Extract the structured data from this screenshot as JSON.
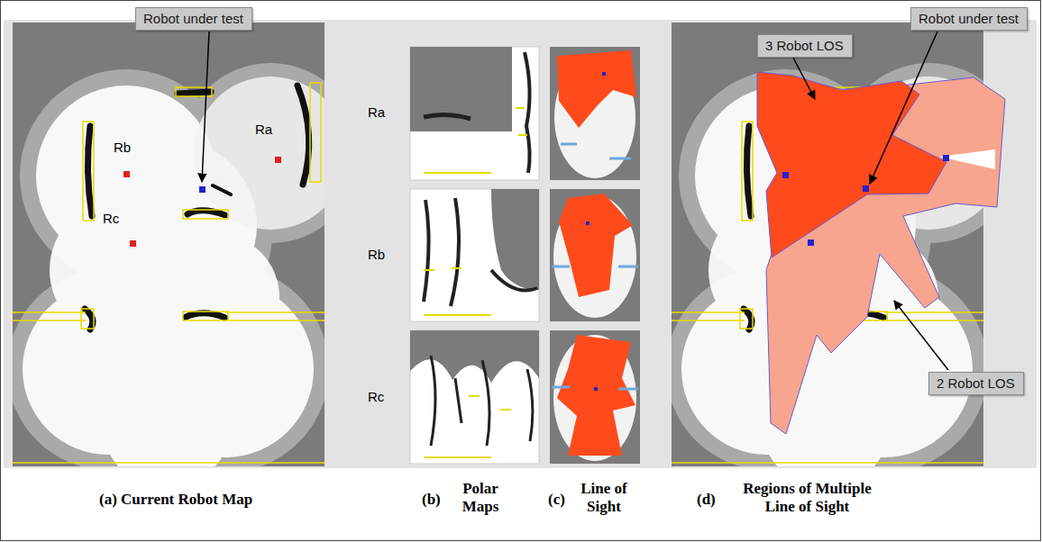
{
  "diagram": {
    "nodes": [
      {
        "text": [
          "Robot under test"
        ]
      },
      {
        "text": [
          "3 Robot LOS"
        ]
      },
      {
        "text": [
          "Robot under test"
        ]
      },
      {
        "text": [
          "2 Robot LOS"
        ]
      }
    ],
    "labels": [
      "Rb",
      "Ra",
      "Rc",
      "Ra",
      "Rb",
      "Rc",
      "(a) Current Robot Map",
      "(b)",
      "Polar Maps",
      "(c)",
      "Line of Sight",
      "(d)",
      "Regions of Multiple Line of Sight"
    ]
  }
}
